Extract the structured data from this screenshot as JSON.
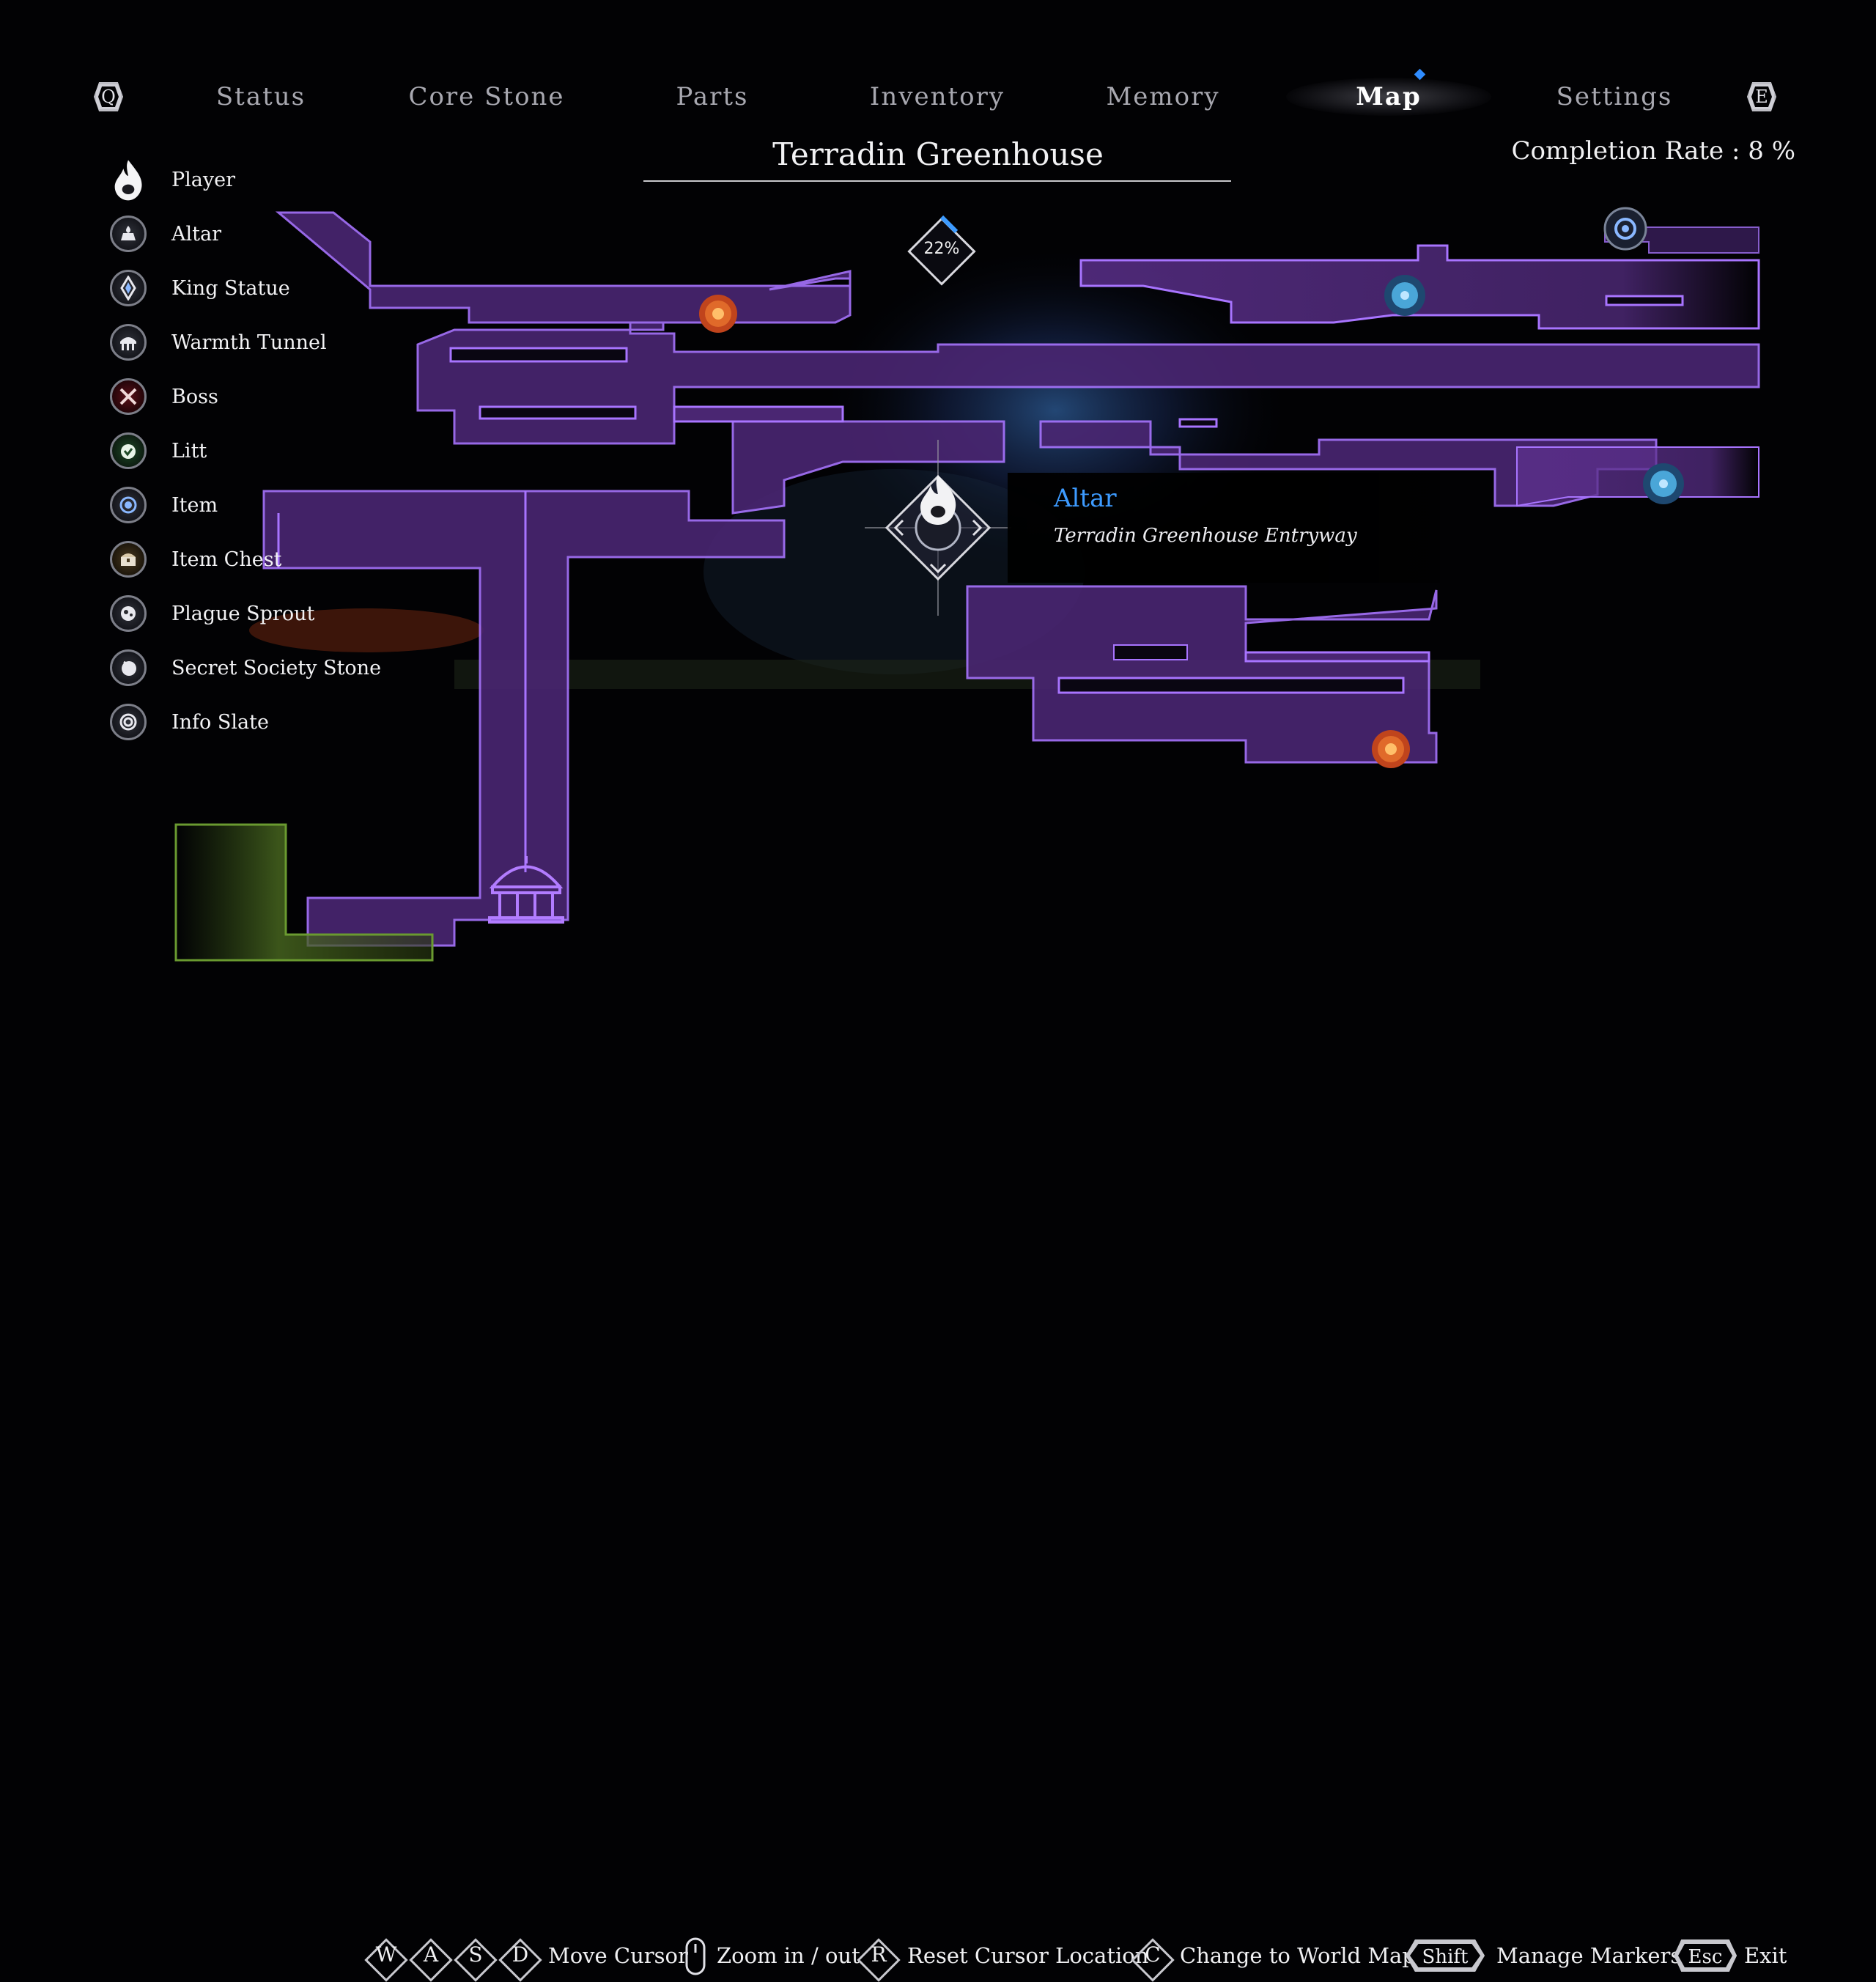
{
  "tabs": {
    "left_key": "Q",
    "right_key": "E",
    "items": [
      {
        "label": "Status"
      },
      {
        "label": "Core Stone"
      },
      {
        "label": "Parts"
      },
      {
        "label": "Inventory"
      },
      {
        "label": "Memory"
      },
      {
        "label": "Map"
      },
      {
        "label": "Settings"
      }
    ],
    "active": "Map"
  },
  "region": {
    "title": "Terradin Greenhouse",
    "completion_label": "Completion Rate : 8 %",
    "local_percent": "22%"
  },
  "legend": [
    {
      "label": "Player",
      "icon": "player-flame-icon"
    },
    {
      "label": "Altar",
      "icon": "altar-icon"
    },
    {
      "label": "King Statue",
      "icon": "king-statue-icon"
    },
    {
      "label": "Warmth Tunnel",
      "icon": "warmth-tunnel-icon"
    },
    {
      "label": "Boss",
      "icon": "boss-icon"
    },
    {
      "label": "Litt",
      "icon": "litt-icon"
    },
    {
      "label": "Item",
      "icon": "item-icon"
    },
    {
      "label": "Item Chest",
      "icon": "item-chest-icon"
    },
    {
      "label": "Plague Sprout",
      "icon": "plague-sprout-icon"
    },
    {
      "label": "Secret Society Stone",
      "icon": "secret-society-stone-icon"
    },
    {
      "label": "Info Slate",
      "icon": "info-slate-icon"
    }
  ],
  "popup": {
    "title": "Altar",
    "subtitle": "Terradin Greenhouse Entryway"
  },
  "hints": {
    "keys_move": [
      "W",
      "A",
      "S",
      "D"
    ],
    "move_label": "Move Cursor",
    "zoom_label": "Zoom in / out",
    "reset_key": "R",
    "reset_label": "Reset Cursor Location",
    "world_key": "C",
    "world_label": "Change to World Map",
    "shift_key": "Shift",
    "markers_label": "Manage Markers",
    "esc_key": "Esc",
    "exit_label": "Exit"
  },
  "colors": {
    "map_fill": "#5a2f8a",
    "map_outline": "#b27cff",
    "accent_blue": "#3d9bff",
    "tab_active": "#ffffff",
    "tab_inactive": "#a8a8b0"
  }
}
